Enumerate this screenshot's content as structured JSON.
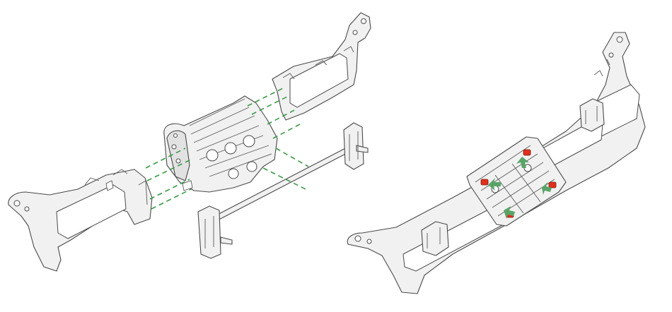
{
  "figure": {
    "left_view": "exploded-assembly",
    "right_view": "assembled-frame"
  },
  "colors": {
    "background": "#ffffff",
    "part_fill": "#f1f1f1",
    "part_stroke": "#4a4a4a",
    "guide_line": "#3d9a4a",
    "fastener": "#e0301e",
    "arrow": "#5aa469"
  },
  "icons": [
    "dashed-alignment-guide",
    "red-clip-marker",
    "green-direction-arrow"
  ]
}
